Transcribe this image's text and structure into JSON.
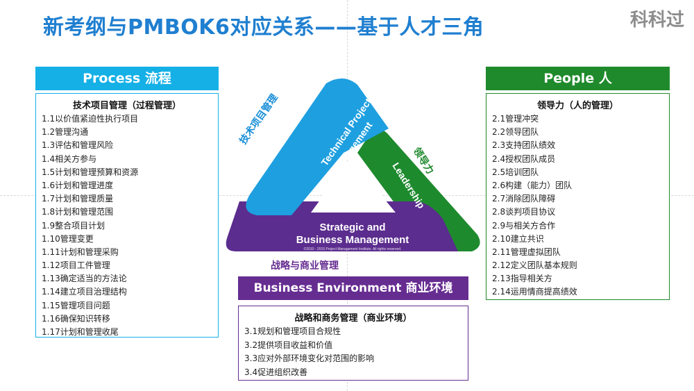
{
  "title": "新考纲与PMBOK6对应关系——基于人才三角",
  "watermark": "科科过",
  "process": {
    "header": "Process  流程",
    "box_title": "技术项目管理（过程管理）",
    "items": [
      "1.1以价值紧迫性执行项目",
      "1.2管理沟通",
      "1.3评估和管理风险",
      "1.4相关方参与",
      "1.5计划和管理预算和资源",
      "1.6计划和管理进度",
      "1.7计划和管理质量",
      "1.8计划和管理范围",
      "1.9整合项目计划",
      "1.10管理变更",
      "1.11计划和管理采购",
      "1.12项目工件管理",
      "1.13确定适当的方法论",
      "1.14建立项目治理结构",
      "1.15管理项目问题",
      "1.16确保知识转移",
      "1.17计划和管理收尾"
    ]
  },
  "people": {
    "header": "People 人",
    "box_title": "领导力（人的管理）",
    "items": [
      "2.1管理冲突",
      "2.2领导团队",
      "2.3支持团队绩效",
      "2.4授权团队成员",
      "2.5培训团队",
      "2.6构建（能力）团队",
      "2.7消除团队障碍",
      "2.8谈判项目协议",
      "2.9与相关方合作",
      "2.10建立共识",
      "2.11管理虚拟团队",
      "2.12定义团队基本规则",
      "2.13指导相关方",
      "2.14运用情商提高绩效"
    ]
  },
  "environment": {
    "header": "Business Environment 商业环境",
    "box_title": "战略和商务管理（商业环境）",
    "items": [
      "3.1规划和管理项目合规性",
      "3.2提供项目收益和价值",
      "3.3应对外部环境变化对范围的影响",
      "3.4促进组织改善"
    ]
  },
  "triangle": {
    "tech_line1": "Technical Project",
    "tech_line2": "Management",
    "leadership": "Leadership",
    "strategic_line1": "Strategic and",
    "strategic_line2": "Business Management",
    "copyright": "©2010 - 2015 Project Management Institute. All rights reserved.",
    "label_tech_cn": "技术项目管理",
    "label_lead_cn": "领导力",
    "label_strat_cn": "战略与商业管理",
    "colors": {
      "tech": "#1e9fe0",
      "lead": "#1e8a2e",
      "strat": "#5b2d8e"
    }
  }
}
